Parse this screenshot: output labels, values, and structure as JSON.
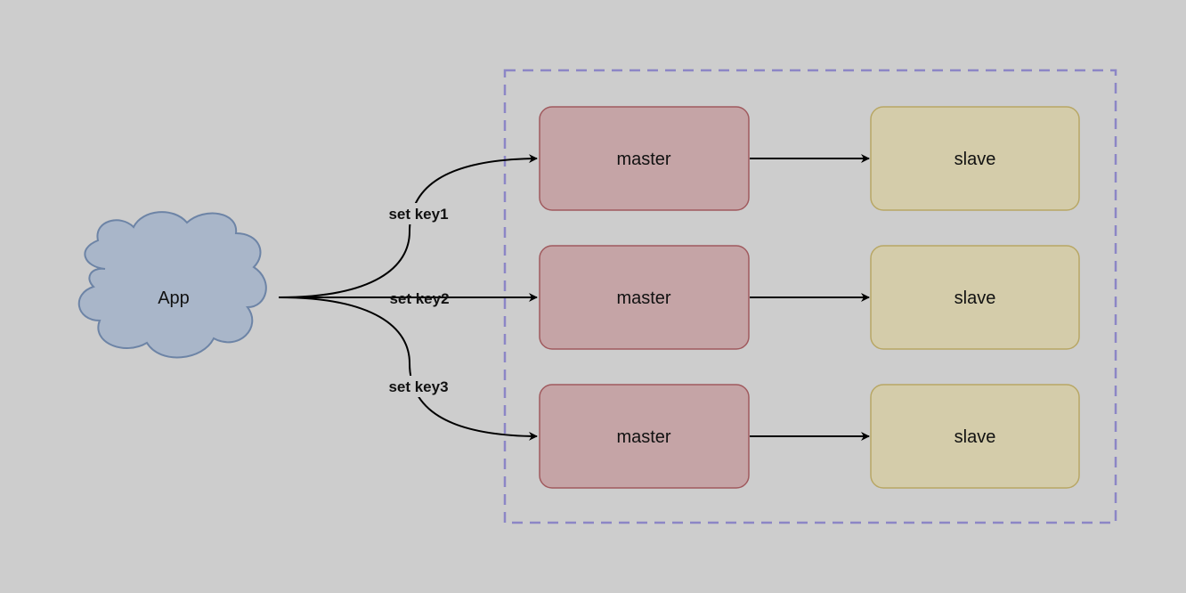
{
  "diagram": {
    "type": "flowchart",
    "client": {
      "label": "App",
      "shape": "cloud"
    },
    "colors": {
      "background": "#cdcdcd",
      "cloud_fill": "#a9b6c9",
      "cloud_stroke": "#6d84a6",
      "master_fill": "#c5a4a6",
      "master_stroke": "#a05a5e",
      "slave_fill": "#d4ccaa",
      "slave_stroke": "#b8a765",
      "group_border": "#8c86c6",
      "edge": "#000000"
    },
    "edges": [
      {
        "label": "set key1"
      },
      {
        "label": "set key2"
      },
      {
        "label": "set key3"
      }
    ],
    "shards": [
      {
        "master": {
          "label": "master"
        },
        "slave": {
          "label": "slave"
        }
      },
      {
        "master": {
          "label": "master"
        },
        "slave": {
          "label": "slave"
        }
      },
      {
        "master": {
          "label": "master"
        },
        "slave": {
          "label": "slave"
        }
      }
    ]
  }
}
